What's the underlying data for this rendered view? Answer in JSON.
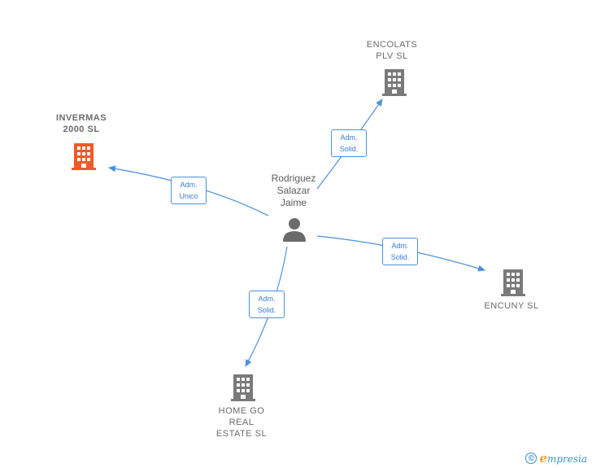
{
  "colors": {
    "edge": "#4a90d9",
    "building_default": "#7a7a7a",
    "building_highlight": "#f05a28",
    "person": "#6b6b6b"
  },
  "center_person": {
    "name_lines": [
      "Rodriguez",
      "Salazar",
      "Jaime"
    ],
    "icon": "person-icon"
  },
  "companies": [
    {
      "id": "invermas",
      "name_lines": [
        "INVERMAS",
        "2000  SL"
      ],
      "icon": "building-icon",
      "highlight": true
    },
    {
      "id": "encolats",
      "name_lines": [
        "ENCOLATS",
        "PLV SL"
      ],
      "icon": "building-icon",
      "highlight": false
    },
    {
      "id": "encuny",
      "name_lines": [
        "ENCUNY  SL"
      ],
      "icon": "building-icon",
      "highlight": false
    },
    {
      "id": "homego",
      "name_lines": [
        "HOME GO",
        "REAL",
        "ESTATE  SL"
      ],
      "icon": "building-icon",
      "highlight": false
    }
  ],
  "edges": [
    {
      "to": "invermas",
      "label_lines": [
        "Adm.",
        "Unico"
      ]
    },
    {
      "to": "encolats",
      "label_lines": [
        "Adm.",
        "Solid."
      ]
    },
    {
      "to": "encuny",
      "label_lines": [
        "Adm.",
        "Solid."
      ]
    },
    {
      "to": "homego",
      "label_lines": [
        "Adm.",
        "Solid."
      ]
    }
  ],
  "footer": {
    "copyright_symbol": "©",
    "brand_first": "e",
    "brand_rest": "mpresia"
  }
}
